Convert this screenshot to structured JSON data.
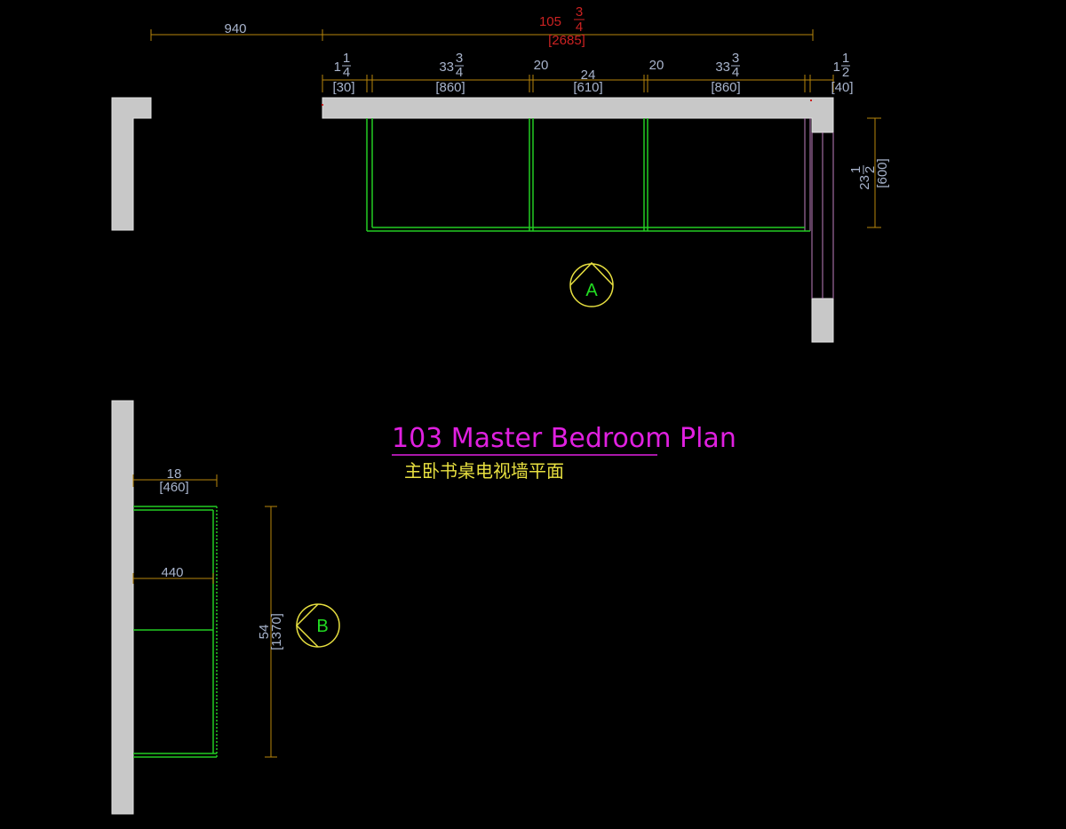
{
  "colors": {
    "background": "#000000",
    "wall_fill": "#c8c8c8",
    "cabinet_line": "#22cc22",
    "dimension_line": "#b8860b",
    "dimension_text": "#a8b4cc",
    "overall_text": "#cc2222",
    "title_text": "#e020e0",
    "subtitle_text": "#e8e040",
    "marker_line": "#e8e040",
    "marker_text": "#22dd22",
    "door_line": "#c080c0"
  },
  "plan": {
    "title": "103 Master Bedroom Plan",
    "subtitle": "主卧书桌电视墙平面"
  },
  "markers": {
    "a": "A",
    "b": "B"
  },
  "dimensions": {
    "left_gap": "940",
    "overall": {
      "whole": "105",
      "num": "3",
      "den": "4",
      "mm": "[2685]"
    },
    "seg1": {
      "whole": "1",
      "num": "1",
      "den": "4",
      "mm": "[30]"
    },
    "seg2": {
      "whole": "33",
      "num": "3",
      "den": "4",
      "mm": "[860]"
    },
    "seg3": {
      "whole": "20"
    },
    "seg4": {
      "whole": "24",
      "mm": "[610]"
    },
    "seg5": {
      "whole": "20"
    },
    "seg6": {
      "whole": "33",
      "num": "3",
      "den": "4",
      "mm": "[860]"
    },
    "seg7": {
      "whole": "1",
      "num": "1",
      "den": "2",
      "mm": "[40]"
    },
    "depth": {
      "whole": "23",
      "num": "1",
      "den": "2",
      "mm": "[600]"
    },
    "b_width": {
      "whole": "18",
      "mm": "[460]"
    },
    "b_inner": "440",
    "b_height": {
      "whole": "54",
      "mm": "[1370]"
    }
  }
}
